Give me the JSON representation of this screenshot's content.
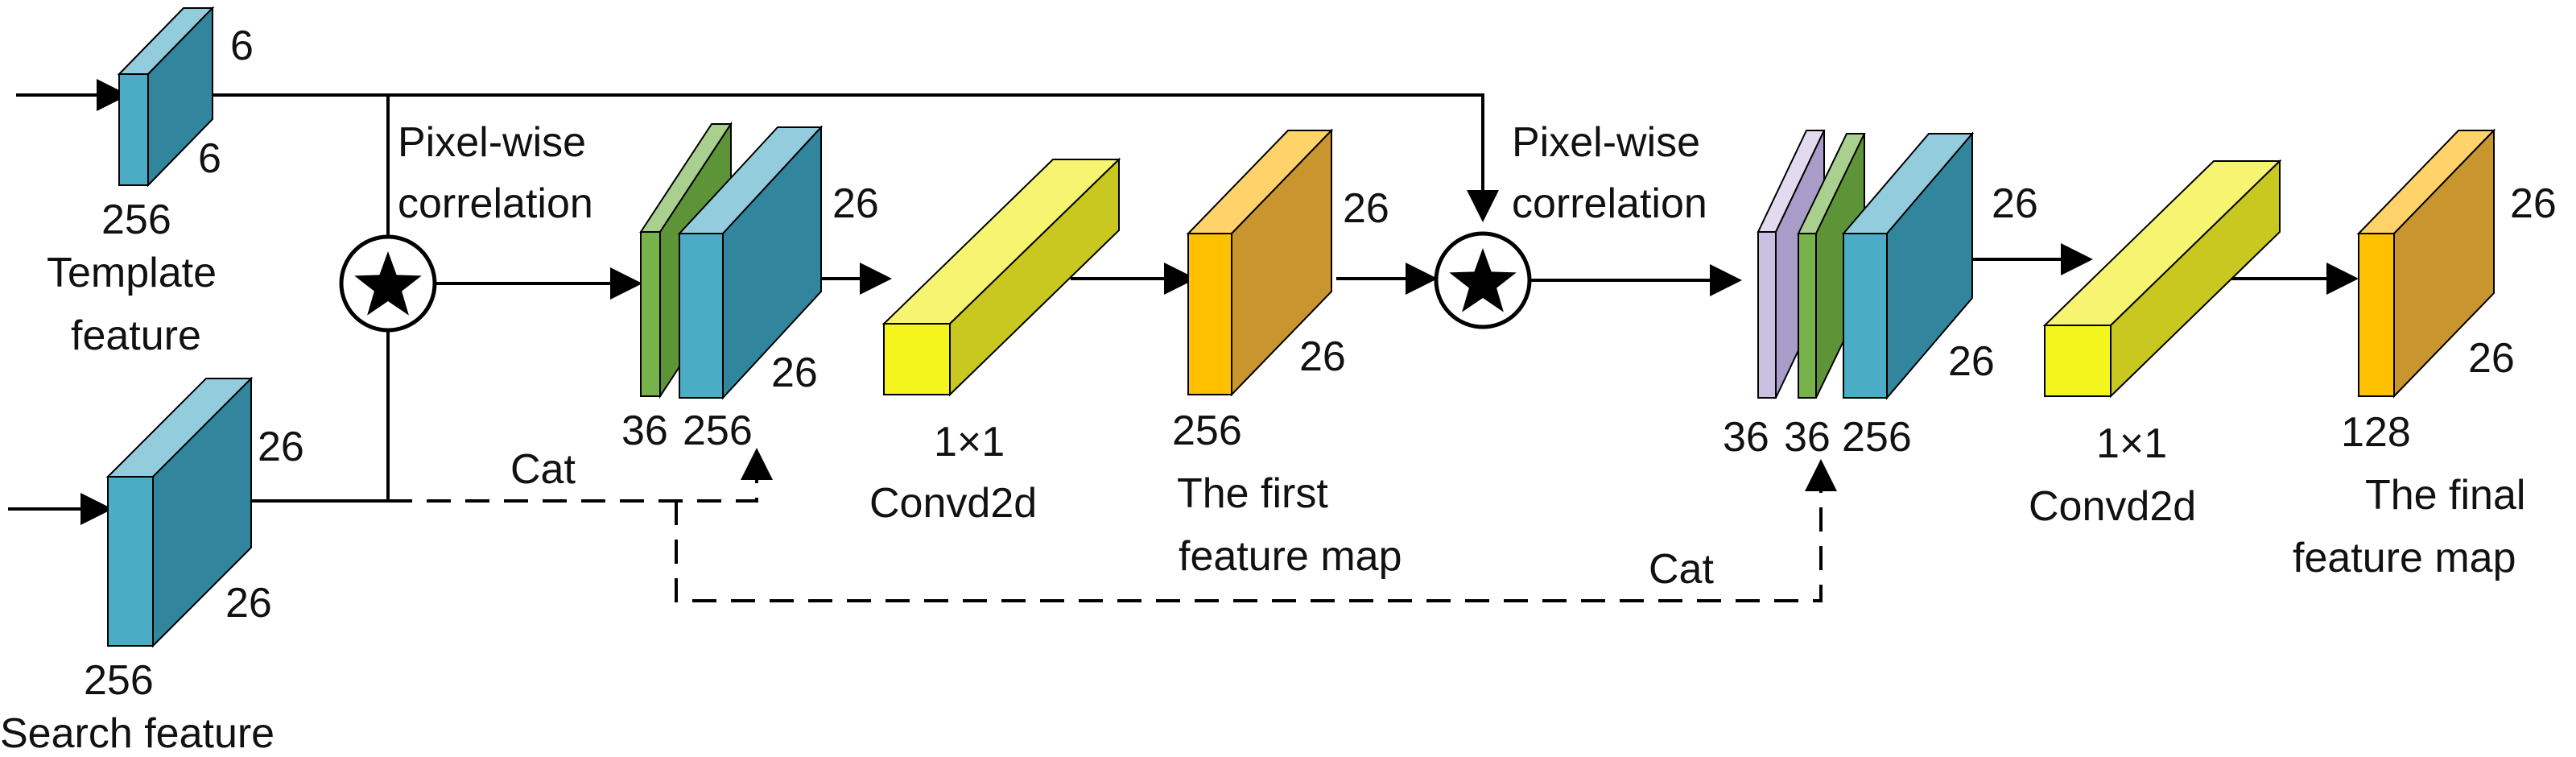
{
  "colors": {
    "teal_front": "#4bacc6",
    "teal_side": "#31859c",
    "teal_top": "#93cddd",
    "green_front": "#77b34a",
    "green_side": "#5e9438",
    "green_top": "#a9d08e",
    "lavender_front": "#c9bfe0",
    "lavender_side": "#a99cc8",
    "lavender_top": "#e2dbf0",
    "yellow_front": "#f5f51e",
    "yellow_side": "#c8c820",
    "yellow_top": "#f7f472",
    "orange_front": "#ffc000",
    "orange_side": "#c9952e",
    "orange_top": "#ffd36a",
    "line": "#000000"
  },
  "labels": {
    "template_width": "6",
    "template_height": "6",
    "template_channels": "256",
    "template_title_line1": "Template",
    "template_title_line2": "feature",
    "search_height": "26",
    "search_width": "26",
    "search_channels": "256",
    "search_title": "Search feature",
    "pw1_line1": "Pixel-wise",
    "pw1_line2": "correlation",
    "pw2_line1": "Pixel-wise",
    "pw2_line2": "correlation",
    "cat1": "Cat",
    "cat2": "Cat",
    "stack1_height": "26",
    "stack1_width": "26",
    "stack1_ch_a": "36",
    "stack1_ch_b": "256",
    "conv1_line1": "1×1",
    "conv1_line2": "Convd2d",
    "fm1_height": "26",
    "fm1_width": "26",
    "fm1_channels": "256",
    "fm1_line1": "The first",
    "fm1_line2": "feature map",
    "stack2_height": "26",
    "stack2_width": "26",
    "stack2_ch_a": "36",
    "stack2_ch_b": "36",
    "stack2_ch_c": "256",
    "conv2_line1": "1×1",
    "conv2_line2": "Convd2d",
    "fm2_height": "26",
    "fm2_width": "26",
    "fm2_channels": "128",
    "fm2_line1": "The final",
    "fm2_line2": "feature map"
  }
}
